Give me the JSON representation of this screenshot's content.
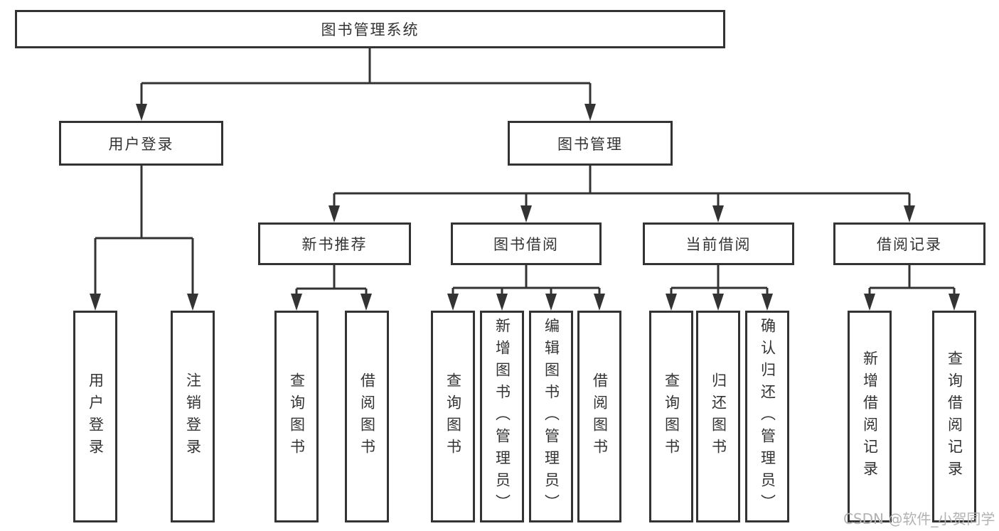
{
  "tree": {
    "label": "图书管理系统",
    "children": [
      {
        "label": "用户登录",
        "children": [
          {
            "label": "用户登录"
          },
          {
            "label": "注销登录"
          }
        ]
      },
      {
        "label": "图书管理",
        "children": [
          {
            "label": "新书推荐",
            "children": [
              {
                "label": "查询图书"
              },
              {
                "label": "借阅图书"
              }
            ]
          },
          {
            "label": "图书借阅",
            "children": [
              {
                "label": "查询图书"
              },
              {
                "label": "新增图书（管理员）"
              },
              {
                "label": "编辑图书（管理员）"
              },
              {
                "label": "借阅图书"
              }
            ]
          },
          {
            "label": "当前借阅",
            "children": [
              {
                "label": "查询图书"
              },
              {
                "label": "归还图书"
              },
              {
                "label": "确认归还（管理员）"
              }
            ]
          },
          {
            "label": "借阅记录",
            "children": [
              {
                "label": "新增借阅记录"
              },
              {
                "label": "查询借阅记录"
              }
            ]
          }
        ]
      }
    ]
  },
  "watermark": {
    "text": "CSDN @软件_小贺同学"
  },
  "colors": {
    "line": "#333333",
    "text": "#333333",
    "box_background": "#ffffff",
    "background": "#ffffff",
    "watermark": "#b2b2b2"
  }
}
